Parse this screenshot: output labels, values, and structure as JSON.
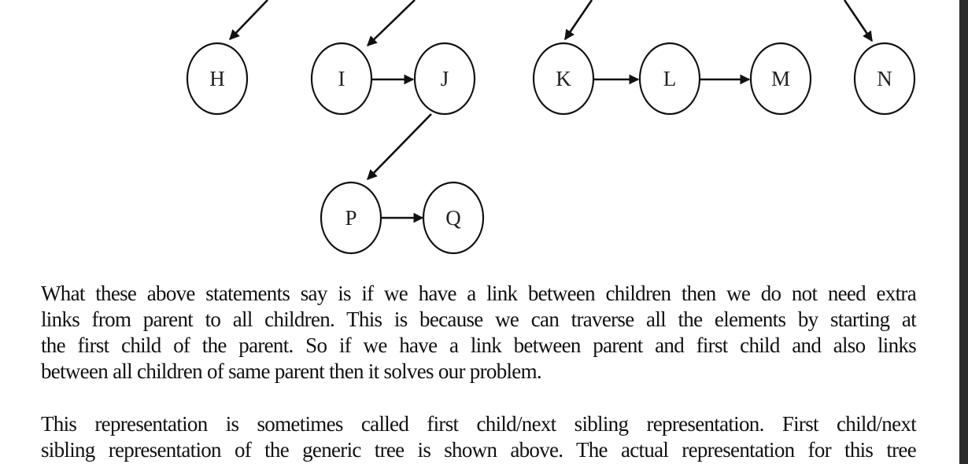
{
  "diagram": {
    "nodes": [
      "H",
      "I",
      "J",
      "K",
      "L",
      "M",
      "N",
      "P",
      "Q"
    ]
  },
  "paragraphs": [
    {
      "lines": [
        "What these above statements say is if we have a link between children then we do not need extra",
        "links from parent to all children. This is because we can traverse all the elements by starting at",
        "the first child of the parent. So if we have a link between parent and first child and also links",
        "between all children of same parent then it solves our problem."
      ]
    },
    {
      "lines": [
        "This representation is sometimes called first child/next sibling representation. First child/next",
        "sibling representation of the generic tree is shown above. The actual representation for this tree"
      ]
    }
  ]
}
